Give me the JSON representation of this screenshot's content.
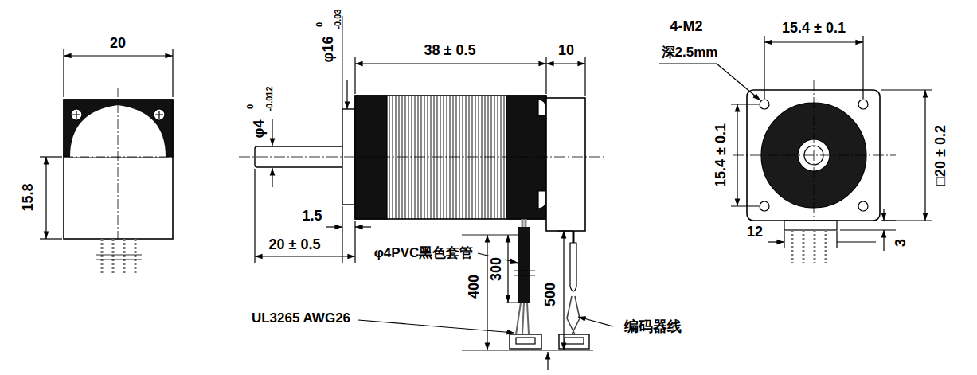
{
  "diagram": {
    "labels": [
      "20",
      "15.8",
      "φ16",
      "0",
      "-0.03",
      "38 ± 0.5",
      "10",
      "φ4",
      "0",
      "-0.012",
      "1.5",
      "20 ± 0.5",
      "φ4PVC黑色套管",
      "400",
      "300",
      "500",
      "UL3265 AWG26",
      "编码器线",
      "4-M2",
      "深2.5mm",
      "15.4 ± 0.1",
      "15.4 ± 0.1",
      "□20 ± 0.2",
      "12",
      "3"
    ]
  }
}
